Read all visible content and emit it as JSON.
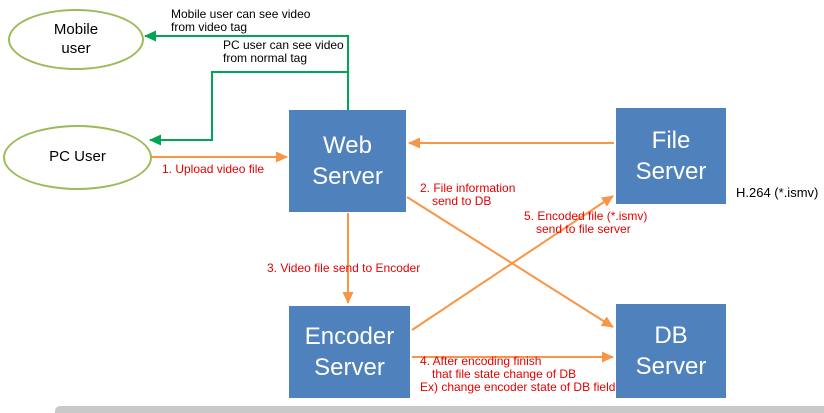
{
  "nodes": {
    "mobile_user": {
      "line1": "Mobile",
      "line2": "user"
    },
    "pc_user": {
      "label": "PC User"
    },
    "web_server": {
      "line1": "Web",
      "line2": "Server"
    },
    "file_server": {
      "line1": "File",
      "line2": "Server"
    },
    "encoder_server": {
      "line1": "Encoder",
      "line2": "Server"
    },
    "db_server": {
      "line1": "DB",
      "line2": "Server"
    }
  },
  "annotations": {
    "mobile_note": {
      "line1": "Mobile user can see video",
      "line2": "from video tag"
    },
    "pc_note": {
      "line1": "PC user can see video",
      "line2": "from normal tag"
    },
    "step1": "1. Upload video file",
    "step2": {
      "line1": "2. File information",
      "line2": "send to DB"
    },
    "step3": "3. Video file send to Encoder",
    "step4": {
      "line1": "4. After encoding finish",
      "line2": "that file state change of DB",
      "line3": "Ex) change encoder state of DB field"
    },
    "step5": {
      "line1": "5. Encoded file (*.ismv)",
      "line2": "send to file server"
    },
    "h264": "H.264 (*.ismv)"
  },
  "colors": {
    "box_fill": "#4f81bd",
    "ellipse_border": "#9bbb59",
    "arrow_orange": "#f79646",
    "arrow_green": "#00a651",
    "label_red": "#e60000"
  }
}
